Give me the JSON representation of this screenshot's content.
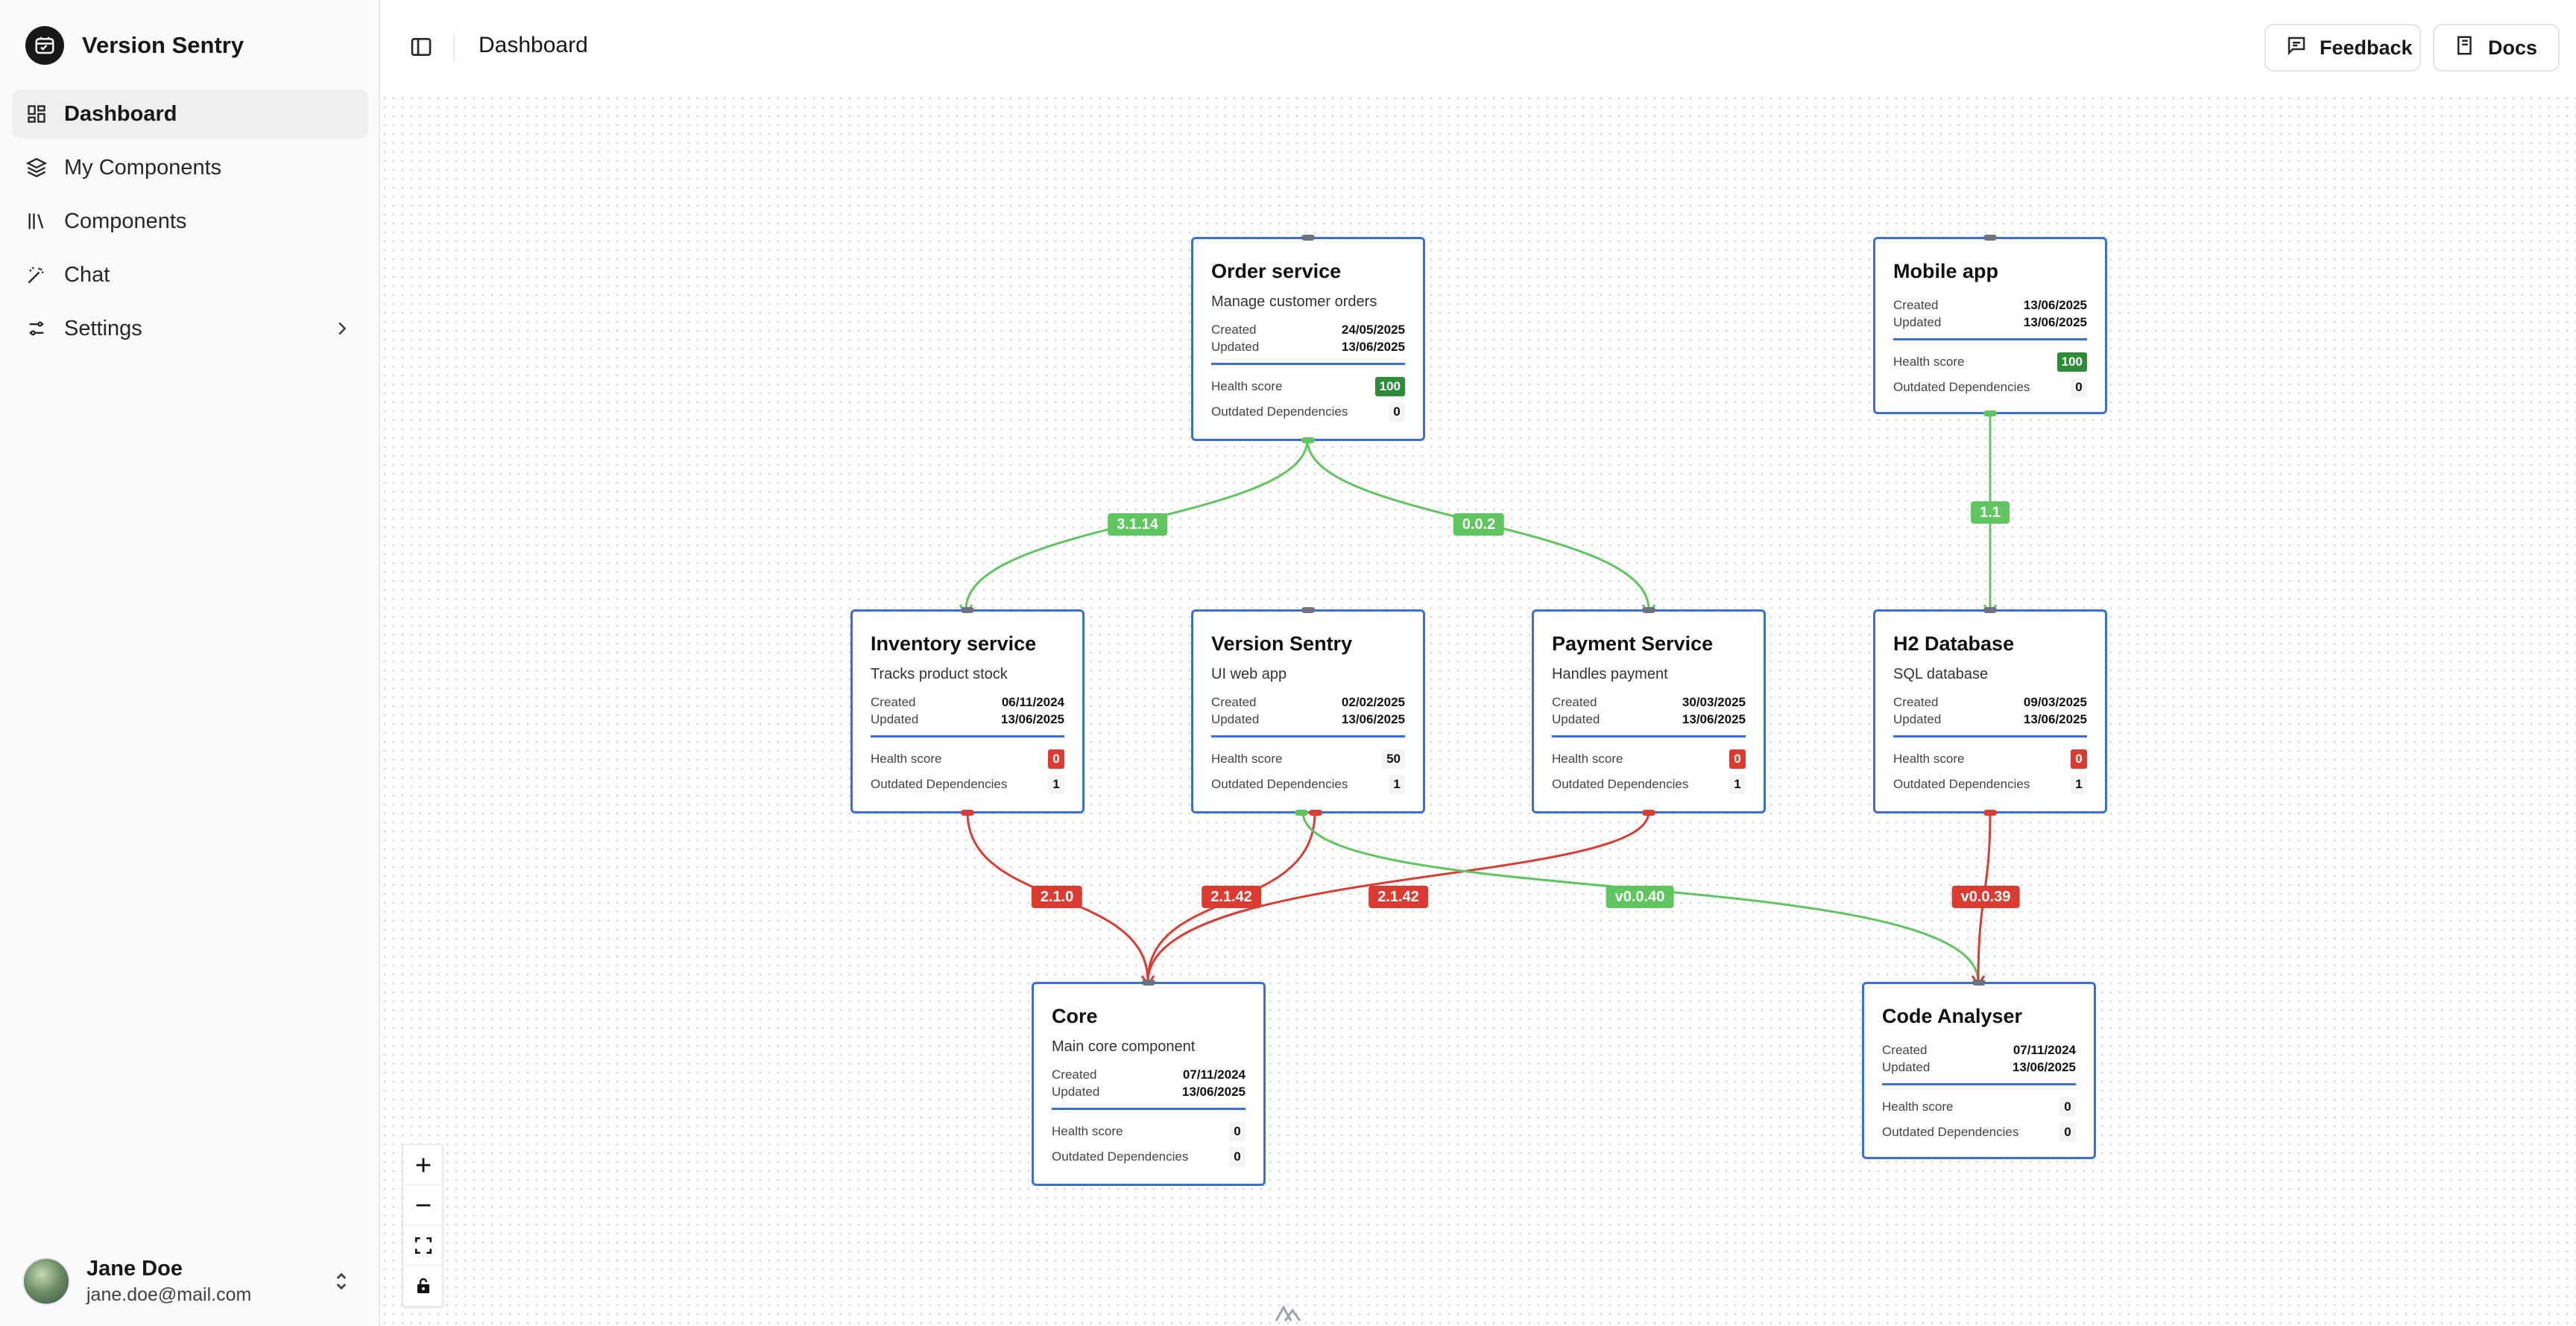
{
  "app": {
    "name": "Version Sentry"
  },
  "sidebar": {
    "items": [
      {
        "label": "Dashboard",
        "icon": "dashboard-icon",
        "active": true
      },
      {
        "label": "My Components",
        "icon": "layers-icon"
      },
      {
        "label": "Components",
        "icon": "library-icon"
      },
      {
        "label": "Chat",
        "icon": "wand-icon"
      },
      {
        "label": "Settings",
        "icon": "sliders-icon"
      }
    ]
  },
  "user": {
    "name": "Jane Doe",
    "email": "jane.doe@mail.com"
  },
  "header": {
    "title": "Dashboard",
    "feedback_label": "Feedback",
    "docs_label": "Docs"
  },
  "labels": {
    "created": "Created",
    "updated": "Updated",
    "health": "Health score",
    "outdated": "Outdated Dependencies"
  },
  "nodes": [
    {
      "title": "Order service",
      "desc": "Manage customer orders",
      "created": "24/05/2025",
      "updated": "13/06/2025",
      "health": "100",
      "outdated": "0"
    },
    {
      "title": "Mobile app",
      "desc": "",
      "created": "13/06/2025",
      "updated": "13/06/2025",
      "health": "100",
      "outdated": "0"
    },
    {
      "title": "Inventory service",
      "desc": "Tracks product stock",
      "created": "06/11/2024",
      "updated": "13/06/2025",
      "health": "0",
      "outdated": "1"
    },
    {
      "title": "Version Sentry",
      "desc": "UI web app",
      "created": "02/02/2025",
      "updated": "13/06/2025",
      "health": "50",
      "outdated": "1"
    },
    {
      "title": "Payment Service",
      "desc": "Handles payment",
      "created": "30/03/2025",
      "updated": "13/06/2025",
      "health": "0",
      "outdated": "1"
    },
    {
      "title": "H2 Database",
      "desc": "SQL database",
      "created": "09/03/2025",
      "updated": "13/06/2025",
      "health": "0",
      "outdated": "1"
    },
    {
      "title": "Core",
      "desc": "Main core component",
      "created": "07/11/2024",
      "updated": "13/06/2025",
      "health": "0",
      "outdated": "0"
    },
    {
      "title": "Code Analyser",
      "desc": "",
      "created": "07/11/2024",
      "updated": "13/06/2025",
      "health": "0",
      "outdated": "0"
    }
  ],
  "edges": [
    {
      "label": "3.1.14",
      "status": "green"
    },
    {
      "label": "0.0.2",
      "status": "green"
    },
    {
      "label": "1.1",
      "status": "green"
    },
    {
      "label": "2.1.0",
      "status": "red"
    },
    {
      "label": "2.1.42",
      "status": "red"
    },
    {
      "label": "2.1.42",
      "status": "red"
    },
    {
      "label": "v0.0.40",
      "status": "green"
    },
    {
      "label": "v0.0.39",
      "status": "red"
    }
  ],
  "colors": {
    "node_border": "#3b6fd8",
    "healthy": "#2e8b3a",
    "unhealthy": "#dc3b32",
    "edge_ok": "#5fc55f",
    "edge_outdated": "#dc3b32"
  }
}
